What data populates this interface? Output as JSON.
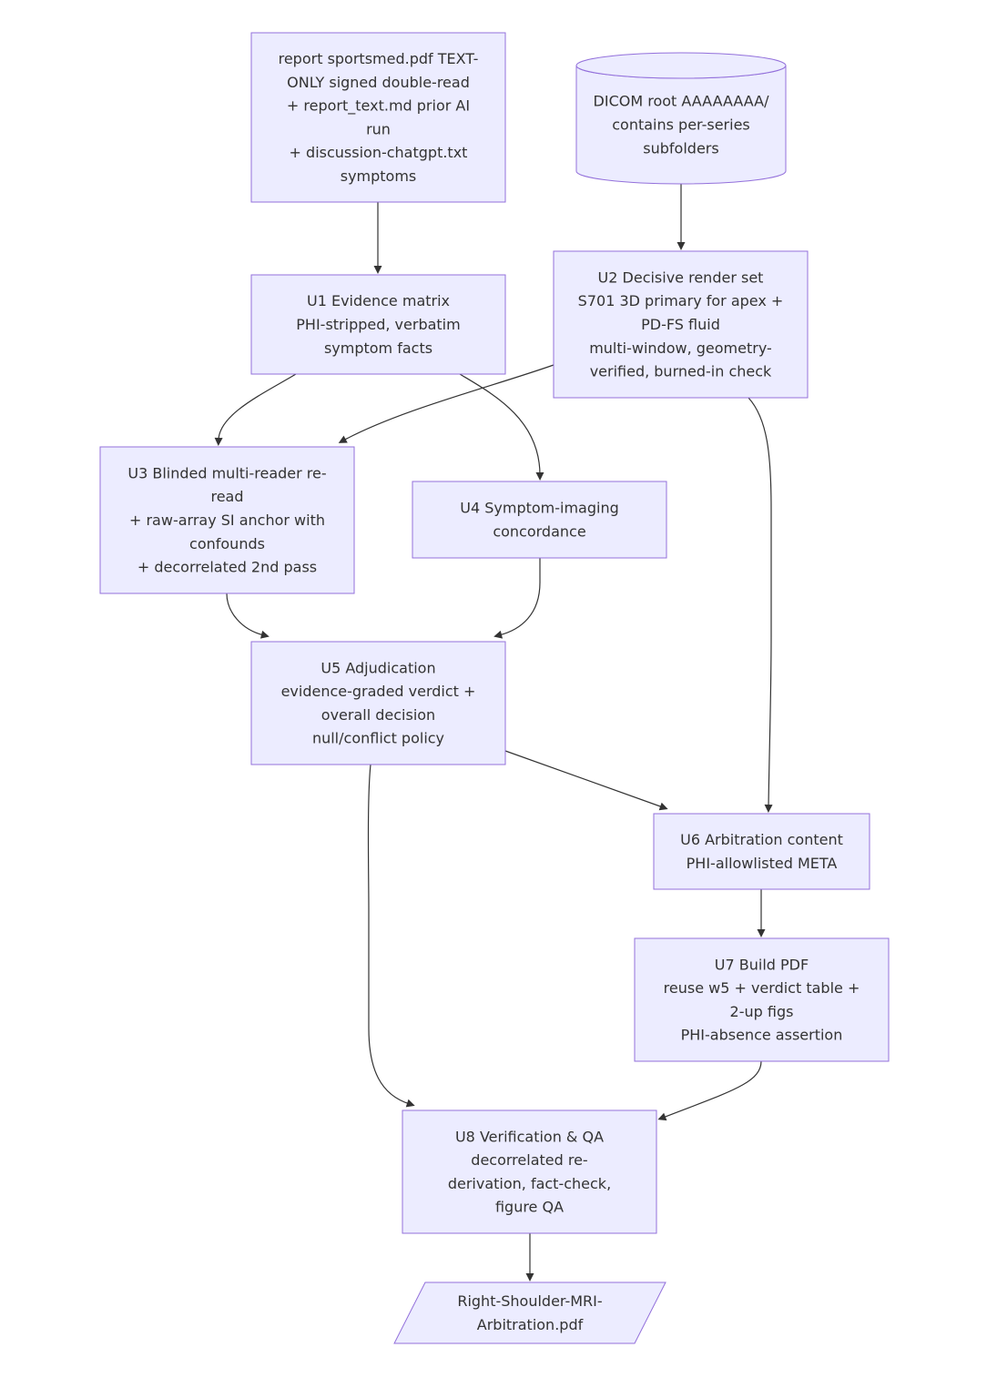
{
  "diagram": {
    "nodes": [
      {
        "id": "input",
        "label": [
          "report sportsmed.pdf TEXT-",
          "ONLY signed double-read",
          "+ report_text.md prior AI",
          "run",
          "+ discussion-chatgpt.txt",
          "symptoms"
        ]
      },
      {
        "id": "dicom",
        "label": [
          "DICOM root AAAAAAAA/",
          "contains per-series",
          "subfolders"
        ]
      },
      {
        "id": "u1",
        "label": [
          "U1 Evidence matrix",
          "PHI-stripped, verbatim",
          "symptom facts"
        ]
      },
      {
        "id": "u2",
        "label": [
          "U2 Decisive render set",
          "S701 3D primary for apex +",
          "PD-FS fluid",
          "multi-window, geometry-",
          "verified, burned-in check"
        ]
      },
      {
        "id": "u3",
        "label": [
          "U3 Blinded multi-reader re-",
          "read",
          "+ raw-array SI anchor with",
          "confounds",
          "+ decorrelated 2nd pass"
        ]
      },
      {
        "id": "u4",
        "label": [
          "U4 Symptom-imaging",
          "concordance"
        ]
      },
      {
        "id": "u5",
        "label": [
          "U5 Adjudication",
          "evidence-graded verdict +",
          "overall decision",
          "null/conflict policy"
        ]
      },
      {
        "id": "u6",
        "label": [
          "U6 Arbitration content",
          "PHI-allowlisted META"
        ]
      },
      {
        "id": "u7",
        "label": [
          "U7 Build PDF",
          "reuse w5 + verdict table +",
          "2-up figs",
          "PHI-absence assertion"
        ]
      },
      {
        "id": "u8",
        "label": [
          "U8 Verification & QA",
          "decorrelated re-",
          "derivation, fact-check,",
          "figure QA"
        ]
      },
      {
        "id": "output",
        "label": [
          "Right-Shoulder-MRI-",
          "Arbitration.pdf"
        ]
      }
    ],
    "edges": [
      {
        "from": "input",
        "to": "u1"
      },
      {
        "from": "dicom",
        "to": "u2"
      },
      {
        "from": "u1",
        "to": "u3"
      },
      {
        "from": "u1",
        "to": "u4"
      },
      {
        "from": "u2",
        "to": "u3"
      },
      {
        "from": "u2",
        "to": "u6"
      },
      {
        "from": "u3",
        "to": "u5"
      },
      {
        "from": "u4",
        "to": "u5"
      },
      {
        "from": "u5",
        "to": "u6"
      },
      {
        "from": "u5",
        "to": "u8"
      },
      {
        "from": "u6",
        "to": "u7"
      },
      {
        "from": "u7",
        "to": "u8"
      },
      {
        "from": "u8",
        "to": "output"
      }
    ]
  }
}
